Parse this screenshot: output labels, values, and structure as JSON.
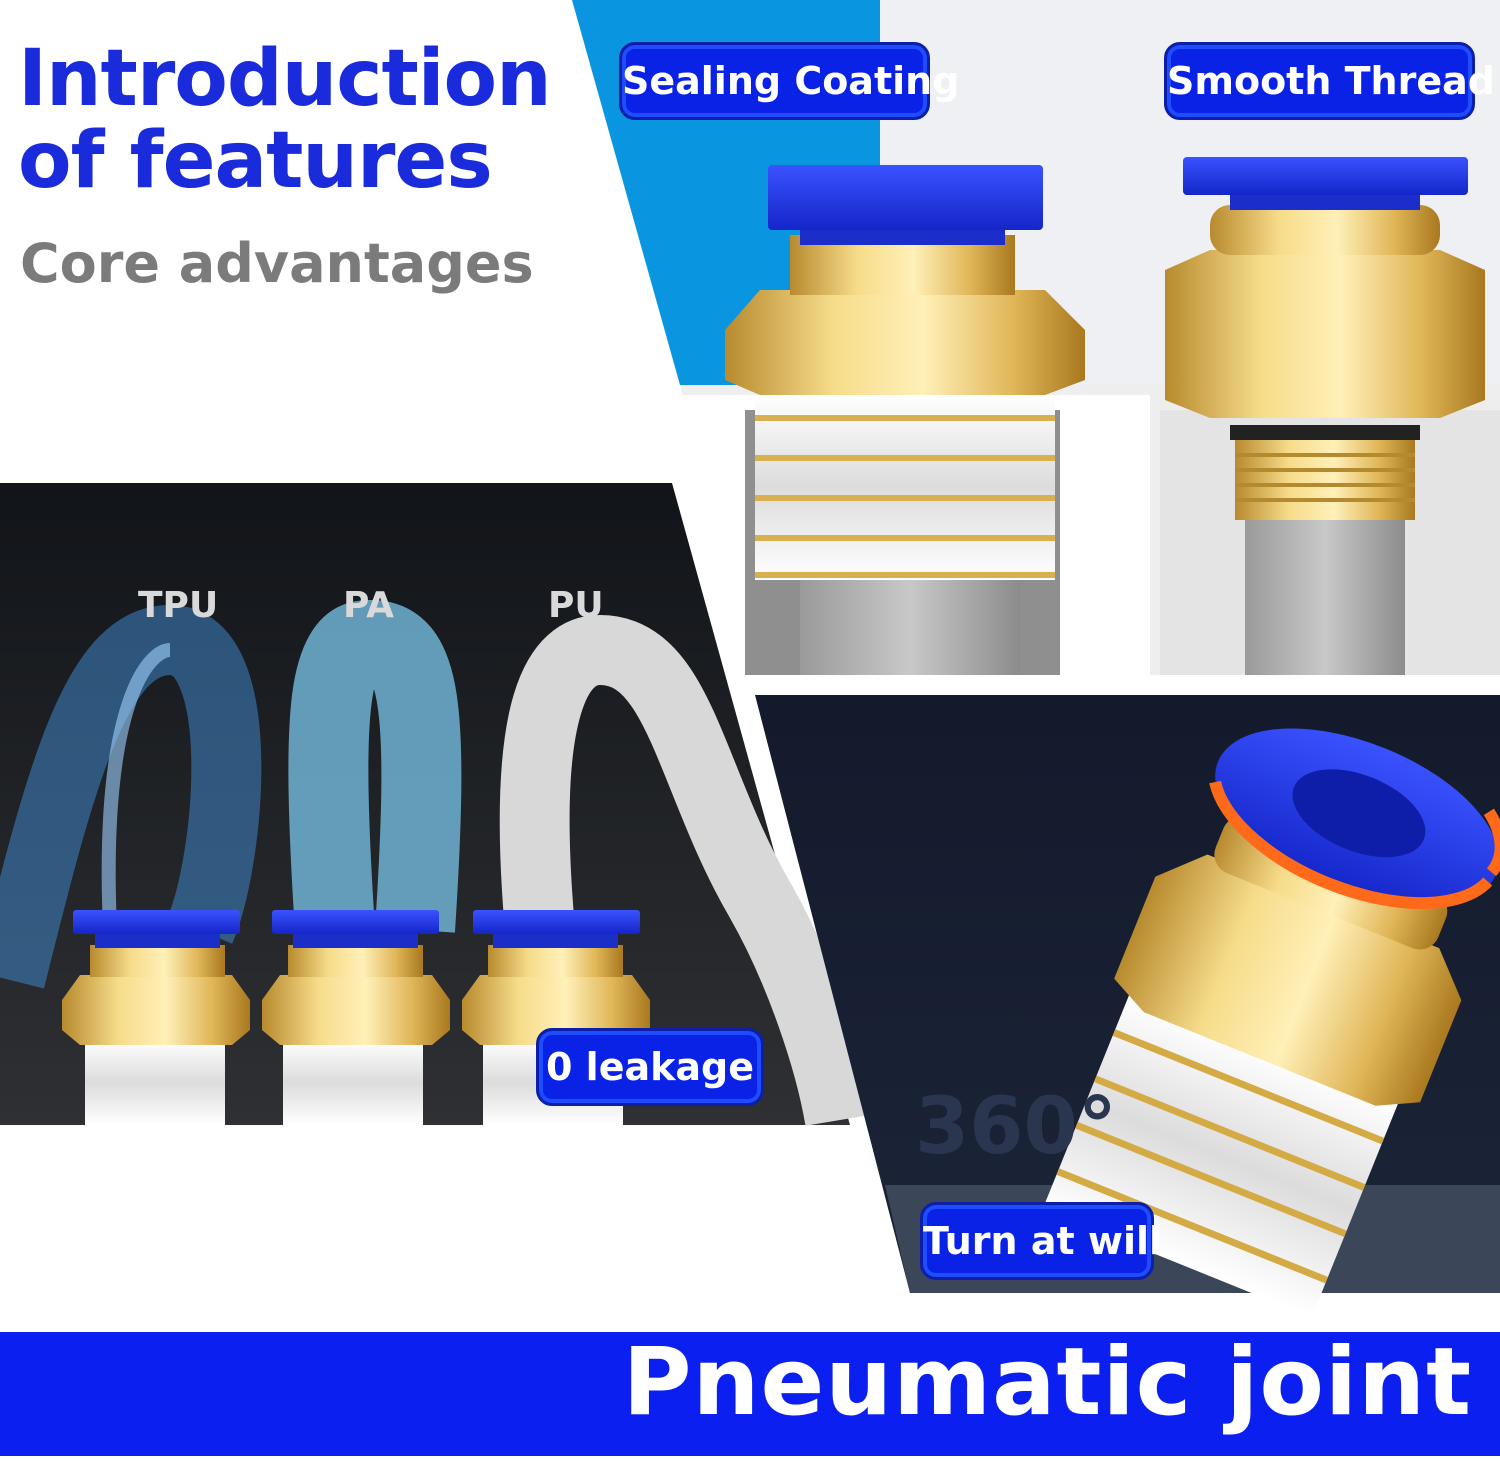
{
  "header": {
    "title_line1": "Introduction",
    "title_line2": "of features",
    "subtitle": "Core advantages"
  },
  "features": {
    "sealing": "Sealing Coating",
    "thread": "Smooth Thread",
    "leakage": "0 leakage",
    "turn": "Turn at will"
  },
  "tubes": [
    "TPU",
    "PA",
    "PU"
  ],
  "rotation": "360°",
  "footer": {
    "title": "Pneumatic joint"
  },
  "colors": {
    "accent": "#0a22e6",
    "brass": "#e8c76a",
    "cap": "#2036e0"
  }
}
